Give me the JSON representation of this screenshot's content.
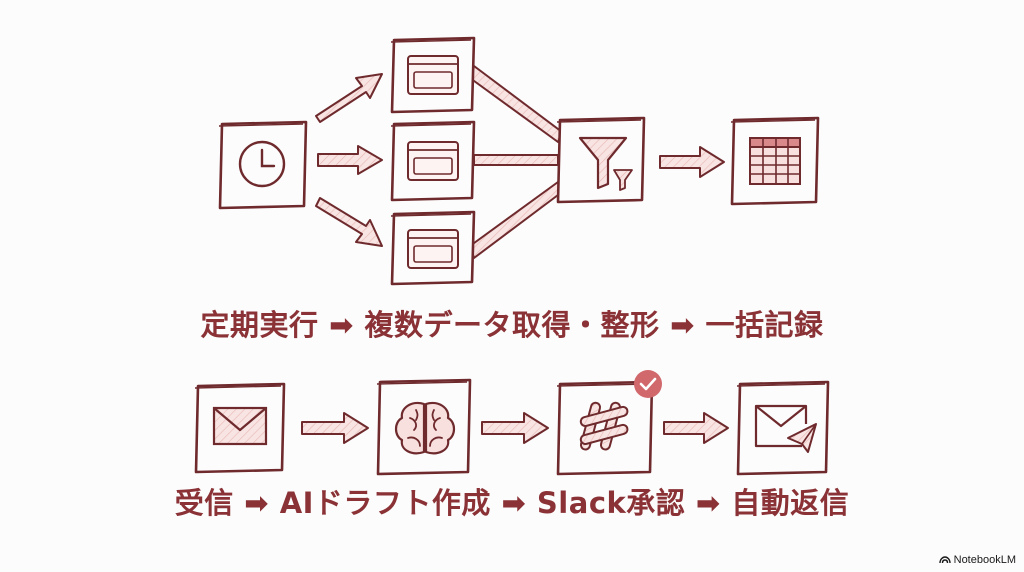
{
  "flow1": {
    "caption": "定期実行 ➡ 複数データ取得・整形 ➡ 一括記録",
    "nodes": [
      {
        "icon": "clock-icon"
      },
      {
        "icon": "browser-window-icon"
      },
      {
        "icon": "browser-window-icon"
      },
      {
        "icon": "browser-window-icon"
      },
      {
        "icon": "filter-funnel-icon"
      },
      {
        "icon": "spreadsheet-table-icon"
      }
    ]
  },
  "flow2": {
    "caption": "受信 ➡ AIドラフト作成 ➡ Slack承認 ➡ 自動返信",
    "nodes": [
      {
        "icon": "envelope-icon"
      },
      {
        "icon": "brain-icon"
      },
      {
        "icon": "slack-hash-icon",
        "badge": "check-badge-icon"
      },
      {
        "icon": "send-mail-icon"
      }
    ]
  },
  "watermark": {
    "text": "NotebookLM"
  },
  "colors": {
    "stroke": "#6e2a2d",
    "fill": "#f6dcda",
    "text": "#8a3236",
    "badge": "#d0686c"
  }
}
